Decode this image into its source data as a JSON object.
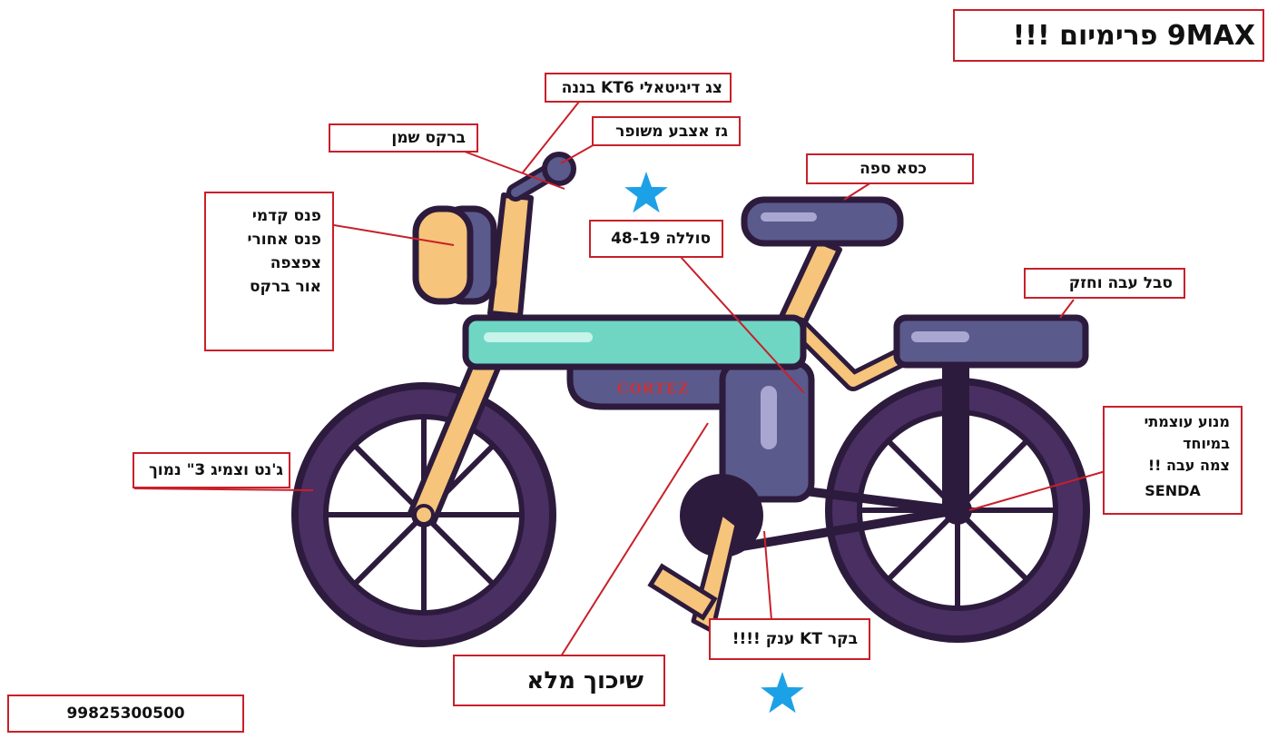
{
  "title": "9MAX  פרימיום !!!",
  "brand_on_frame": "CORTEZ",
  "phone": "99825300500",
  "labels": {
    "display": "צג דיגיטאלי KT6 בננה",
    "brakes": "ברקס שמן",
    "throttle": "גז אצבע משופר",
    "lights": [
      "פנס קדמי",
      "פנס אחורי",
      "צפצפה",
      "אור ברקס"
    ],
    "seat": "כסא ספה",
    "battery": "סוללה 48-19",
    "rack": "סבל עבה וחזק",
    "motor": [
      "מנוע עוצמתי",
      "במיוחד",
      "צמה עבה !!",
      "SENDA"
    ],
    "wheels": "ג'נט וצמיג 3\" נמוך",
    "suspension": "שיכוך מלא",
    "controller": "בקר KT ענק !!!!"
  },
  "colors": {
    "frame_outline": "#2d1b3d",
    "tire": "#4a2f63",
    "body_panel": "#5b5a8c",
    "frame_tube": "#f6c47a",
    "deck": "#6fd6c4",
    "label_border": "#c8202a",
    "star": "#1da1e6",
    "brand_text": "#d32f2f"
  },
  "icons": [
    "star-icon",
    "star-icon",
    "star-icon"
  ]
}
